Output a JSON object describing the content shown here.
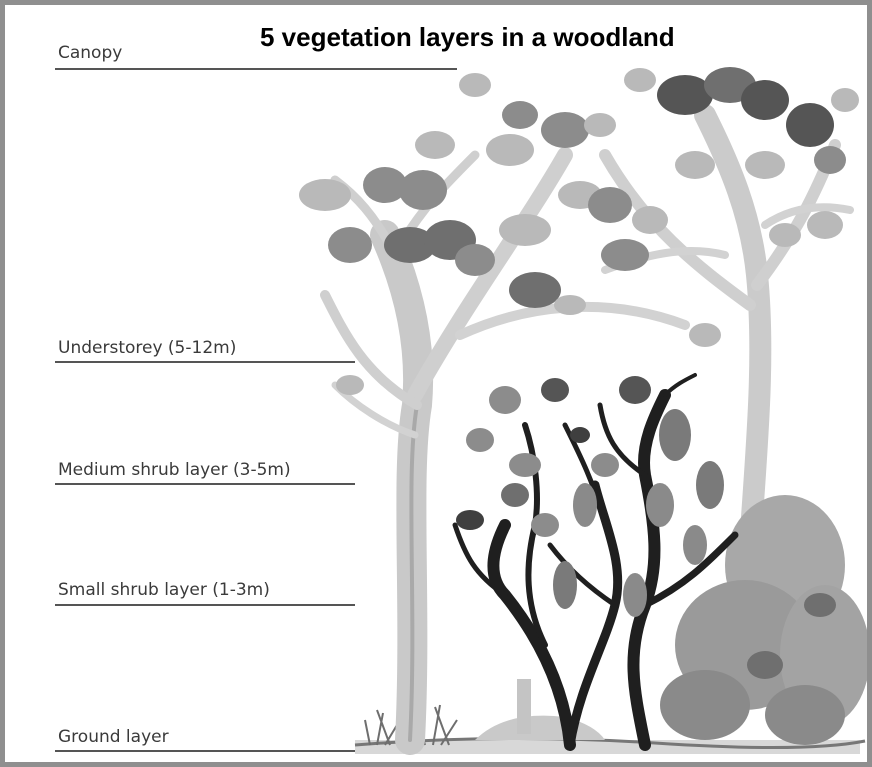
{
  "title": "5 vegetation layers in a woodland",
  "layers": [
    {
      "label": "Canopy"
    },
    {
      "label": "Understorey (5-12m)"
    },
    {
      "label": "Medium shrub layer (3-5m)"
    },
    {
      "label": "Small shrub layer (1-3m)"
    },
    {
      "label": "Ground layer"
    }
  ],
  "colors": {
    "frame": "#8f8f8f",
    "foliage_light": "#b9b9b9",
    "foliage_mid": "#8c8c8c",
    "foliage_dark": "#555555",
    "trunk": "#cfcfcf",
    "shrub_stem": "#1f1f1f"
  }
}
